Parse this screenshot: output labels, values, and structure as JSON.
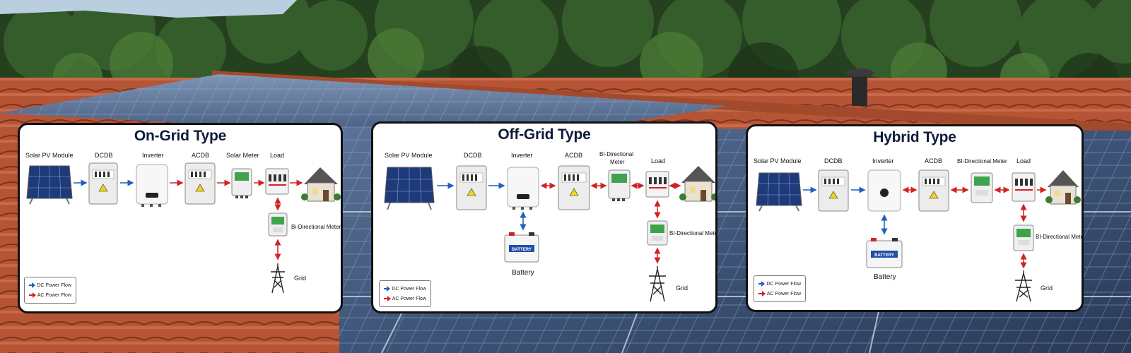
{
  "colors": {
    "dc_flow": "#1f5fbf",
    "ac_flow": "#d32222",
    "title": "#0d1b3a"
  },
  "panels": {
    "on_grid": {
      "title": "On-Grid Type",
      "labels": {
        "solar": "Solar PV Module",
        "dcdb": "DCDB",
        "inverter": "Inverter",
        "acdb": "ACDB",
        "solar_meter": "Solar Meter",
        "load": "Load",
        "bidir_meter": "Bi-Directional Meter",
        "grid": "Grid"
      },
      "legend": {
        "dc": "DC Power Flow",
        "ac": "AC Power Flow"
      }
    },
    "off_grid": {
      "title": "Off-Grid Type",
      "labels": {
        "solar": "Solar PV Module",
        "dcdb": "DCDB",
        "inverter": "Inverter",
        "acdb": "ACDB",
        "bidir_meter_top_1": "BI-Directional",
        "bidir_meter_top_2": "Meter",
        "load": "Load",
        "battery": "Battery",
        "bidir_meter": "BI-Directional Meter",
        "grid": "Grid"
      },
      "legend": {
        "dc": "DC Power Flow",
        "ac": "AC Power Flow"
      }
    },
    "hybrid": {
      "title": "Hybrid Type",
      "labels": {
        "solar": "Solar PV Module",
        "dcdb": "DCDB",
        "inverter": "Inverter",
        "acdb": "ACDB",
        "bidir_meter_top": "BI-Directional Meter",
        "load": "Load",
        "battery": "Battery",
        "bidir_meter": "BI-Directional Meter",
        "grid": "Grid"
      },
      "legend": {
        "dc": "DC Power Flow",
        "ac": "AC Power Flow"
      }
    }
  }
}
